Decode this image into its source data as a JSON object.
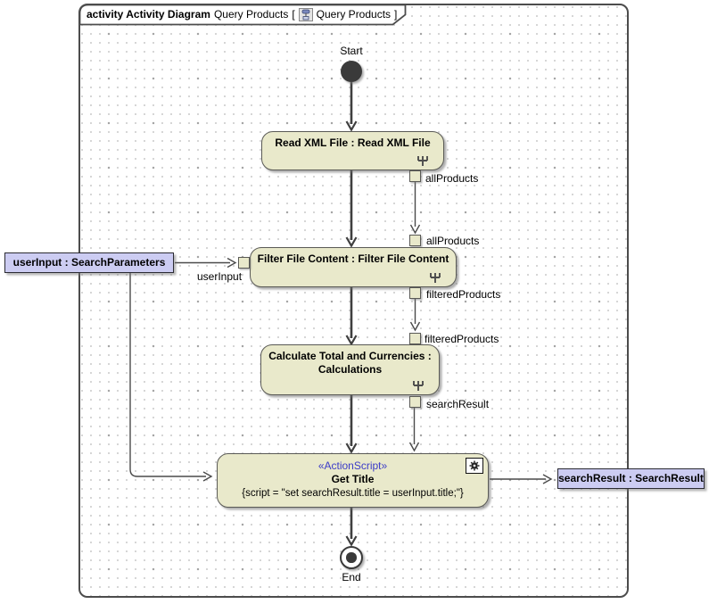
{
  "tab": {
    "keyword": "activity Activity Diagram",
    "diagram_name": "Query Products",
    "open_bracket": "[",
    "ref_name": "Query Products",
    "close_bracket": "]"
  },
  "nodes": {
    "start": {
      "label": "Start"
    },
    "end": {
      "label": "End"
    },
    "read_xml": {
      "name": "Read XML File : Read XML File"
    },
    "filter": {
      "name": "Filter File Content : Filter File Content"
    },
    "calculate": {
      "name_line1": "Calculate Total and Currencies :",
      "name_line2": "Calculations"
    },
    "get_title": {
      "stereotype": "«ActionScript»",
      "name": "Get Title",
      "script": "{script = \"set searchResult.title = userInput.title;\"}"
    }
  },
  "parameters": {
    "user_input": {
      "label": "userInput : SearchParameters"
    },
    "search_result": {
      "label": "searchResult : SearchResult"
    }
  },
  "pins": {
    "read_out": "allProducts",
    "filter_in_top": "allProducts",
    "filter_in_left": "userInput",
    "filter_out": "filteredProducts",
    "calc_in": "filteredProducts",
    "calc_out": "searchResult"
  },
  "colors": {
    "action_fill": "#e9e9cb",
    "parameter_fill": "#ccccf2",
    "stereotype_text": "#3c3cc8",
    "frame_border": "#4c4c4c",
    "start_end_fill": "#3a3a3a",
    "edge": "#454545"
  }
}
